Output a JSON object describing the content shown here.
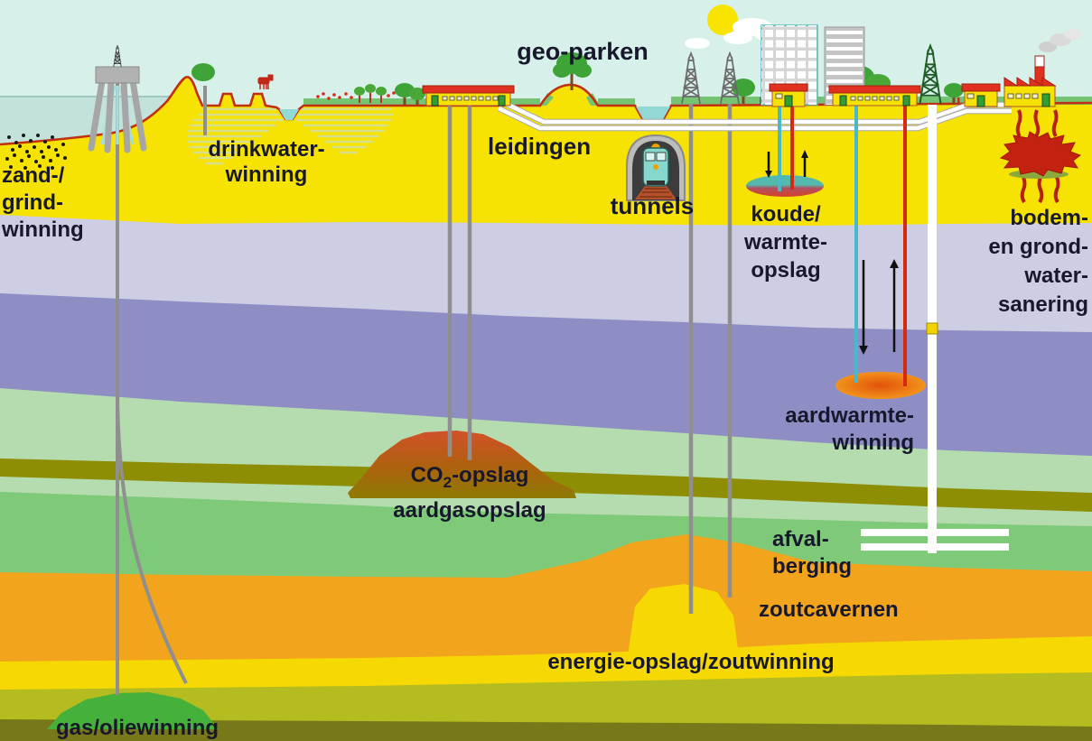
{
  "labels": {
    "zand_grind": {
      "l1": "zand-/",
      "l2": "grind-",
      "l3": "winning"
    },
    "drinkwater": {
      "l1": "drinkwater-",
      "l2": "winning"
    },
    "geo_parken": {
      "l1": "geo-parken"
    },
    "leidingen": {
      "l1": "leidingen"
    },
    "tunnels": {
      "l1": "tunnels"
    },
    "koude_warmte": {
      "l1": "koude/",
      "l2": "warmte-",
      "l3": "opslag"
    },
    "bodem": {
      "l1": "bodem-",
      "l2": "en grond-",
      "l3": "water-",
      "l4": "sanering"
    },
    "aardwarmte": {
      "l1": "aardwarmte-",
      "l2": "winning"
    },
    "co2": {
      "prefix": "CO",
      "sub": "2",
      "suffix": "-opslag",
      "l2": "aardgasopslag"
    },
    "afval": {
      "l1": "afval-",
      "l2": "berging"
    },
    "zoutcavernen": {
      "l1": "zoutcavernen"
    },
    "energie": {
      "l1": "energie-opslag/zoutwinning"
    },
    "gas_olie": {
      "l1": "gas/oliewinning"
    }
  },
  "colors": {
    "sky": "#d8f0ea",
    "sea": "#c2e2db",
    "sand": "#f6e303",
    "lavender": "#cdcde3",
    "purple": "#8e8ec5",
    "light_green": "#b5dcae",
    "olive_band": "#8e8e04",
    "medium_green": "#7fca79",
    "orange_salt": "#f2a41c",
    "yellow_deep": "#f6d903",
    "yellow_green": "#b5bc1f",
    "dark_olive": "#77781a",
    "gas_dome_green": "#45b13a",
    "surface_line": "#c03010",
    "grass": "#74c473",
    "label_text": "#18182c",
    "co2_dome_top": "#d2512a",
    "contamination_red": "#c32210",
    "pipe_cold": "#49b8c8",
    "pipe_warm": "#d42a10",
    "well_grey": "#8f8f8f",
    "pipeline_white": "#ffffff",
    "water_cyan": "#92d8d4",
    "hatch_green": "#d9e08c",
    "sun_yellow": "#f8e400"
  },
  "icons": {
    "surface": [
      "sun-icon",
      "cloud-icon",
      "drilling-platform-icon",
      "tree-icon",
      "cow-icon",
      "flower-icon",
      "house-icon",
      "barn-building-icon",
      "skyscraper-icon",
      "derrick-icon",
      "factory-icon",
      "train-tunnel-icon",
      "canal-icon",
      "pond-icon"
    ],
    "subsurface": [
      "sand-plume-icon",
      "co2-dome-icon",
      "salt-dome-icon",
      "gas-dome-icon",
      "heat-lens-icon",
      "cold-warm-lens-icon",
      "waste-gallery-icon",
      "contamination-icon",
      "arrow-down-icon",
      "arrow-up-icon"
    ]
  }
}
